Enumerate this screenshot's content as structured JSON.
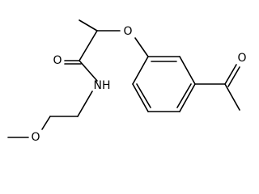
{
  "atoms": {
    "ether_o": "O",
    "amide_o": "O",
    "amide_n": "NH",
    "methoxy_o": "O",
    "ketone_o": "O"
  }
}
